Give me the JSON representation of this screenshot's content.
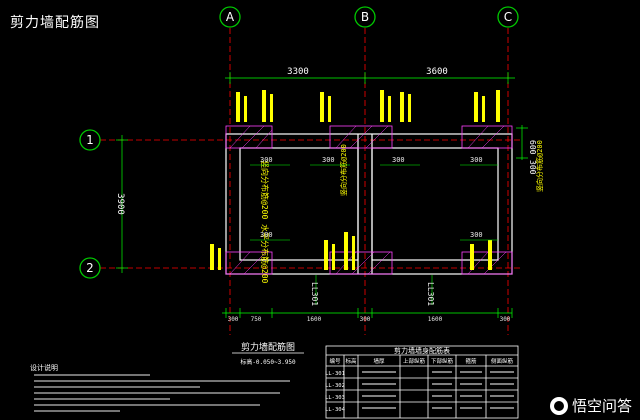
{
  "title": "剪力墙配筋图",
  "axes": {
    "A": "A",
    "B": "B",
    "C": "C",
    "row1": "1",
    "row2": "2"
  },
  "dims": {
    "span_ab": "3300",
    "span_bc": "3600",
    "height_12": "3900",
    "right_600": "600",
    "right_300": "300",
    "inner_300": "300",
    "bottom_segments": [
      "300",
      "750",
      "1600",
      "300",
      "1600",
      "300"
    ],
    "beam_label_left": "LL301",
    "beam_label_right": "LL301"
  },
  "vertical_notes": {
    "left_wall": "竖向分布筋@200 水平分布筋@200",
    "middle_wall": "竖向分布筋@200",
    "right_wall": "竖向分布筋@200"
  },
  "plan_caption": "剪力墙配筋图",
  "plan_subcaption": "标高-0.050~3.950",
  "notes_heading": "设计说明",
  "table": {
    "title": "剪力墙墙身配筋表",
    "headers": [
      "编号",
      "标高",
      "墙厚",
      "上部纵筋",
      "下部纵筋",
      "箍筋",
      "侧面纵筋"
    ],
    "rows": [
      [
        "LL-301",
        "",
        "",
        "",
        "",
        "",
        ""
      ],
      [
        "LL-302",
        "",
        "",
        "",
        "",
        "",
        ""
      ],
      [
        "LL-303",
        "",
        "",
        "",
        "",
        "",
        ""
      ],
      [
        "LL-304",
        "",
        "",
        "",
        "",
        "",
        ""
      ]
    ]
  },
  "watermark": "悟空问答",
  "colors": {
    "background": "#000000",
    "axis_line": "#ff0000",
    "axis_bubble": "#00c800",
    "wall": "#ffffff",
    "dim": "#00ff00",
    "annotation": "#ffff00",
    "hatch": "#ff40ff"
  }
}
